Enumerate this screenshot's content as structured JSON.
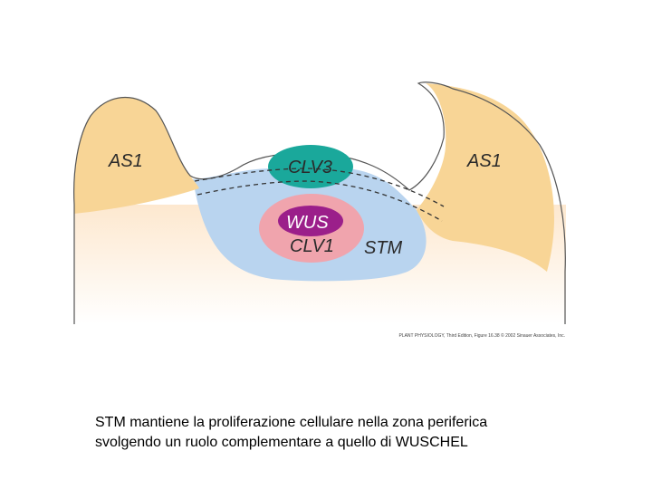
{
  "diagram": {
    "labels": {
      "as1_left": "AS1",
      "as1_right": "AS1",
      "clv3": "CLV3",
      "wus": "WUS",
      "clv1": "CLV1",
      "stm": "STM"
    },
    "credit": "PLANT PHYSIOLOGY, Third Edition, Figure 16.38 © 2002 Sinauer Associates, Inc.",
    "colors": {
      "as1_primordia": "#f8d596",
      "tissue_background": "#fdf0df",
      "stm_domain": "#b9d4ef",
      "clv3_domain": "#1aa89b",
      "clv1_domain": "#f0a4ad",
      "wus_domain": "#9b1f8a",
      "outline": "#555555"
    }
  },
  "caption": {
    "line1": "STM mantiene la proliferazione cellulare nella zona periferica",
    "line2": "svolgendo un ruolo complementare a quello di WUSCHEL"
  }
}
